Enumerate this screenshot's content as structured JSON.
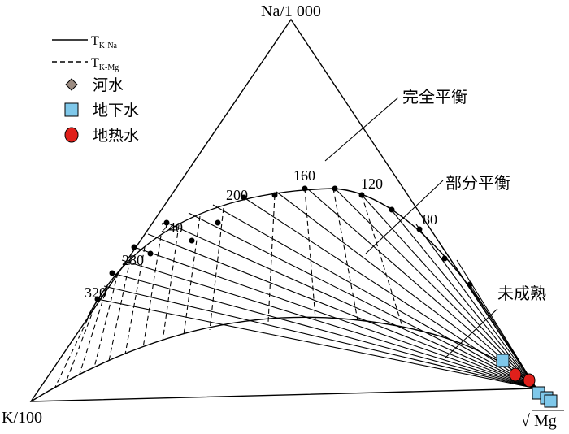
{
  "vertices": {
    "top": "Na/1 000",
    "left": "K/100",
    "right_radical": "√",
    "right_symbol": "Mg"
  },
  "legend": {
    "tkna_main": "T",
    "tkna_sub": "K-Na",
    "tkmg_main": "T",
    "tkmg_sub": "K-Mg",
    "river": "河水",
    "groundwater": "地下水",
    "geothermal": "地热水"
  },
  "zones": {
    "full": "完全平衡",
    "partial": "部分平衡",
    "immature": "未成熟"
  },
  "temps": {
    "t160": "160",
    "t120": "120",
    "t200": "200",
    "t80": "80",
    "t240": "240",
    "t280": "280",
    "t320": "320"
  },
  "colors": {
    "line": "#000000",
    "river": "#9c8c82",
    "groundwater": "#7fc8ea",
    "geothermal": "#e0201b"
  }
}
